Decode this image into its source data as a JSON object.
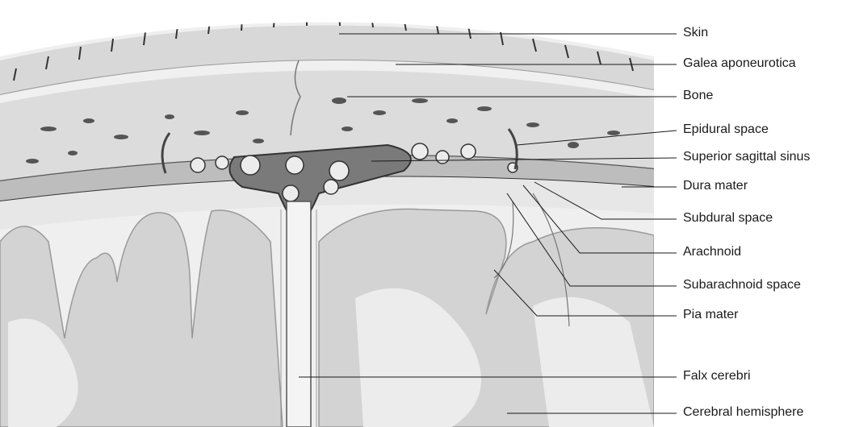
{
  "labels": [
    {
      "id": "skin",
      "text": "Skin"
    },
    {
      "id": "galea",
      "text": "Galea aponeurotica"
    },
    {
      "id": "bone",
      "text": "Bone"
    },
    {
      "id": "epidural",
      "text": "Epidural space"
    },
    {
      "id": "sinus",
      "text": "Superior sagittal sinus"
    },
    {
      "id": "dura",
      "text": "Dura mater"
    },
    {
      "id": "subdural",
      "text": "Subdural space"
    },
    {
      "id": "arachnoid",
      "text": "Arachnoid"
    },
    {
      "id": "subarachnoid",
      "text": "Subarachnoid space"
    },
    {
      "id": "pia",
      "text": "Pia mater"
    },
    {
      "id": "falx",
      "text": "Falx cerebri"
    },
    {
      "id": "hemisphere",
      "text": "Cerebral hemisphere"
    }
  ]
}
